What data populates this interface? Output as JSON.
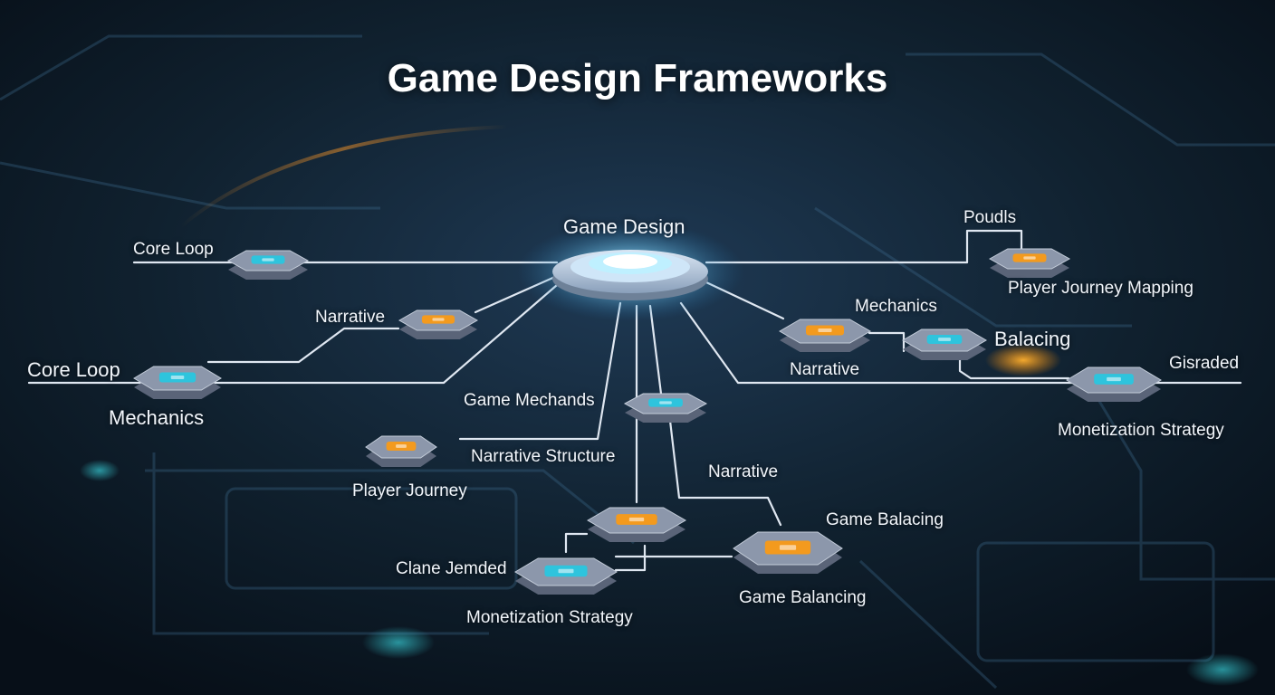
{
  "title": "Game Design Frameworks",
  "hub": {
    "label": "Game Design"
  },
  "labels": {
    "core_loop_top": "Core Loop",
    "narrative_left": "Narrative",
    "core_loop_left": "Core Loop",
    "mechanics_left": "Mechanics",
    "game_mechands": "Game Mechands",
    "narrative_structure": "Narrative Structure",
    "player_journey": "Player Journey",
    "narrative_center": "Narrative",
    "game_balacing": "Game Balacing",
    "clane_jemded": "Clane Jemded",
    "monetization_bottom": "Monetization Strategy",
    "game_balancing_bottom": "Game Balancing",
    "poudls": "Poudls",
    "player_journey_mapping": "Player Journey Mapping",
    "mechanics_right": "Mechanics",
    "balacing": "Balacing",
    "narrative_right": "Narrative",
    "gisraded": "Gisraded",
    "monetization_right": "Monetization Strategy"
  },
  "colors": {
    "background": "#0b1622",
    "line": "#dfe7f1",
    "node_top": "#8c97ab",
    "node_side": "#5a6478",
    "cyan": "#2ec4dd",
    "orange": "#f39a1e",
    "hub_glow": "#7fd8ff"
  },
  "nodes": [
    {
      "id": "core-loop-top",
      "icon_color": "cyan"
    },
    {
      "id": "narrative-left",
      "icon_color": "orange"
    },
    {
      "id": "mechanics-left",
      "icon_color": "cyan"
    },
    {
      "id": "player-journey",
      "icon_color": "orange"
    },
    {
      "id": "game-mechands",
      "icon_color": "cyan"
    },
    {
      "id": "center-lower",
      "icon_color": "orange"
    },
    {
      "id": "monetization-bottom",
      "icon_color": "cyan"
    },
    {
      "id": "game-balancing",
      "icon_color": "orange"
    },
    {
      "id": "narrative-right",
      "icon_color": "orange"
    },
    {
      "id": "balacing",
      "icon_color": "cyan"
    },
    {
      "id": "player-journey-mapping",
      "icon_color": "orange"
    },
    {
      "id": "monetization-right",
      "icon_color": "cyan"
    }
  ]
}
